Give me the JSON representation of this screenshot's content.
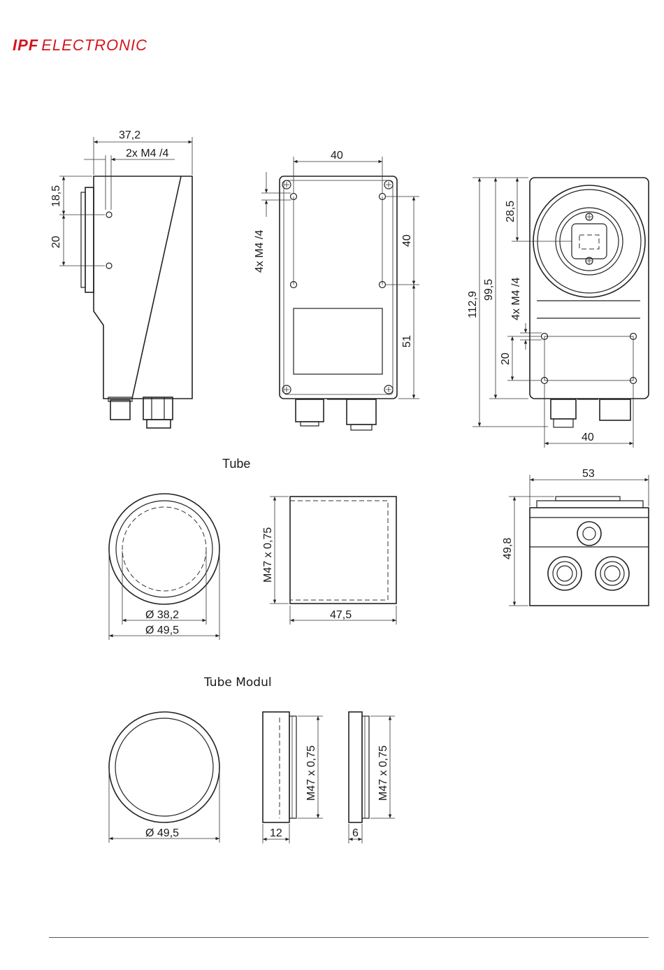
{
  "header": {
    "brand": "IPF",
    "brand_rest": "ELECTRONIC",
    "brand_color": "#d4151c"
  },
  "side_view": {
    "dim_width": "37,2",
    "dim_thread": "2x M4 /4",
    "dim_top": "18,5",
    "dim_hole_spacing": "20"
  },
  "back_view": {
    "dim_width": "40",
    "dim_thread": "4x M4 /4",
    "dim_upper": "40",
    "dim_lower": "51"
  },
  "front_view": {
    "dim_total_height": "112,9",
    "dim_body_height": "99,5",
    "dim_top": "28,5",
    "dim_thread": "4x M4 /4",
    "dim_hole_spacing": "20",
    "dim_width": "40"
  },
  "bottom_view": {
    "dim_width": "53",
    "dim_height": "49,8"
  },
  "tube": {
    "title": "Tube",
    "dim_inner_dia": "Ø 38,2",
    "dim_outer_dia": "Ø 49,5",
    "dim_thread": "M47 x 0,75",
    "dim_length": "47,5"
  },
  "tube_modul": {
    "title": "Tube Modul",
    "dim_outer_dia": "Ø 49,5",
    "dim_thread_a": "M47 x 0,75",
    "dim_length_a": "12",
    "dim_thread_b": "M47 x 0,75",
    "dim_length_b": "6"
  }
}
